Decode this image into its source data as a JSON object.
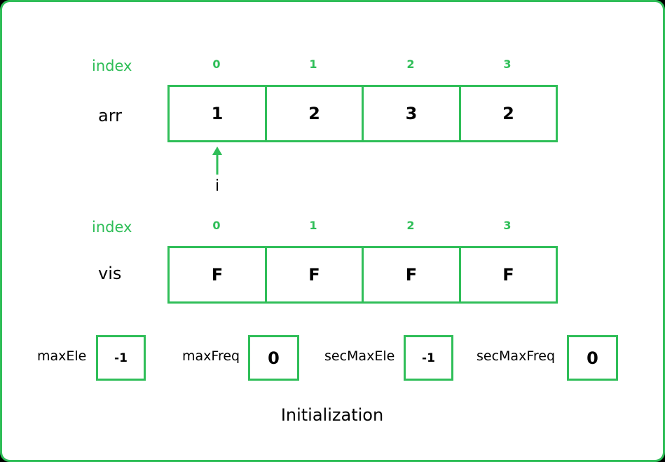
{
  "colors": {
    "accent": "#2fbe58",
    "text": "#000000",
    "background": "#ffffff"
  },
  "arr_section": {
    "index_label": "index",
    "indices": [
      "0",
      "1",
      "2",
      "3"
    ],
    "row_label": "arr",
    "values": [
      "1",
      "2",
      "3",
      "2"
    ],
    "pointer": {
      "label": "i",
      "at_index": 0
    }
  },
  "vis_section": {
    "index_label": "index",
    "indices": [
      "0",
      "1",
      "2",
      "3"
    ],
    "row_label": "vis",
    "values": [
      "F",
      "F",
      "F",
      "F"
    ]
  },
  "variables": [
    {
      "label": "maxEle",
      "value": "-1"
    },
    {
      "label": "maxFreq",
      "value": "0"
    },
    {
      "label": "secMaxEle",
      "value": "-1"
    },
    {
      "label": "secMaxFreq",
      "value": "0"
    }
  ],
  "caption": "Initialization"
}
